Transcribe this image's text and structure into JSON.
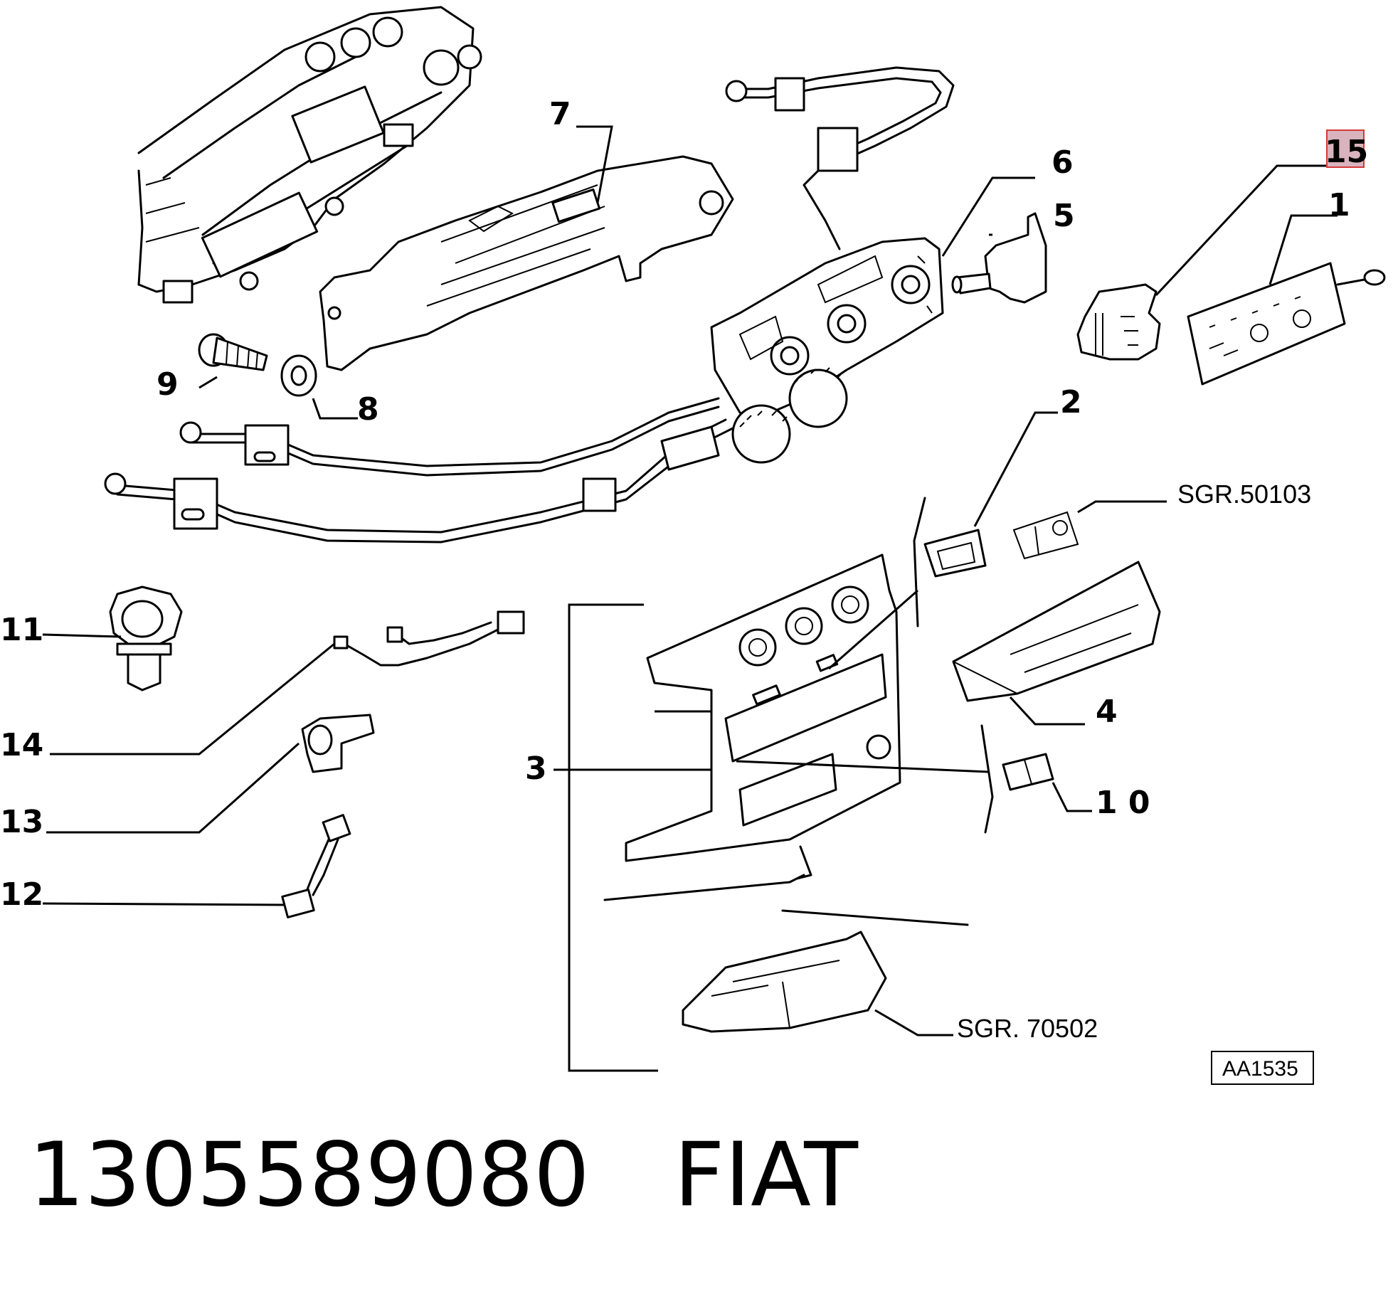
{
  "callouts": {
    "c1": "1",
    "c2": "2",
    "c3": "3",
    "c4": "4",
    "c5": "5",
    "c6": "6",
    "c7": "7",
    "c8": "8",
    "c9": "9",
    "c10": "1 0",
    "c11": "11",
    "c12": "12",
    "c13": "13",
    "c14": "14",
    "c15": "15"
  },
  "references": {
    "sgr_50103": "SGR.50103",
    "sgr_70502": "SGR. 70502"
  },
  "diagram_code": "AA1535",
  "highlight_color": "#d9b3bd",
  "highlight_border": "#d43a3a",
  "footer": {
    "part_number": "1305589080",
    "brand": "FIAT"
  }
}
